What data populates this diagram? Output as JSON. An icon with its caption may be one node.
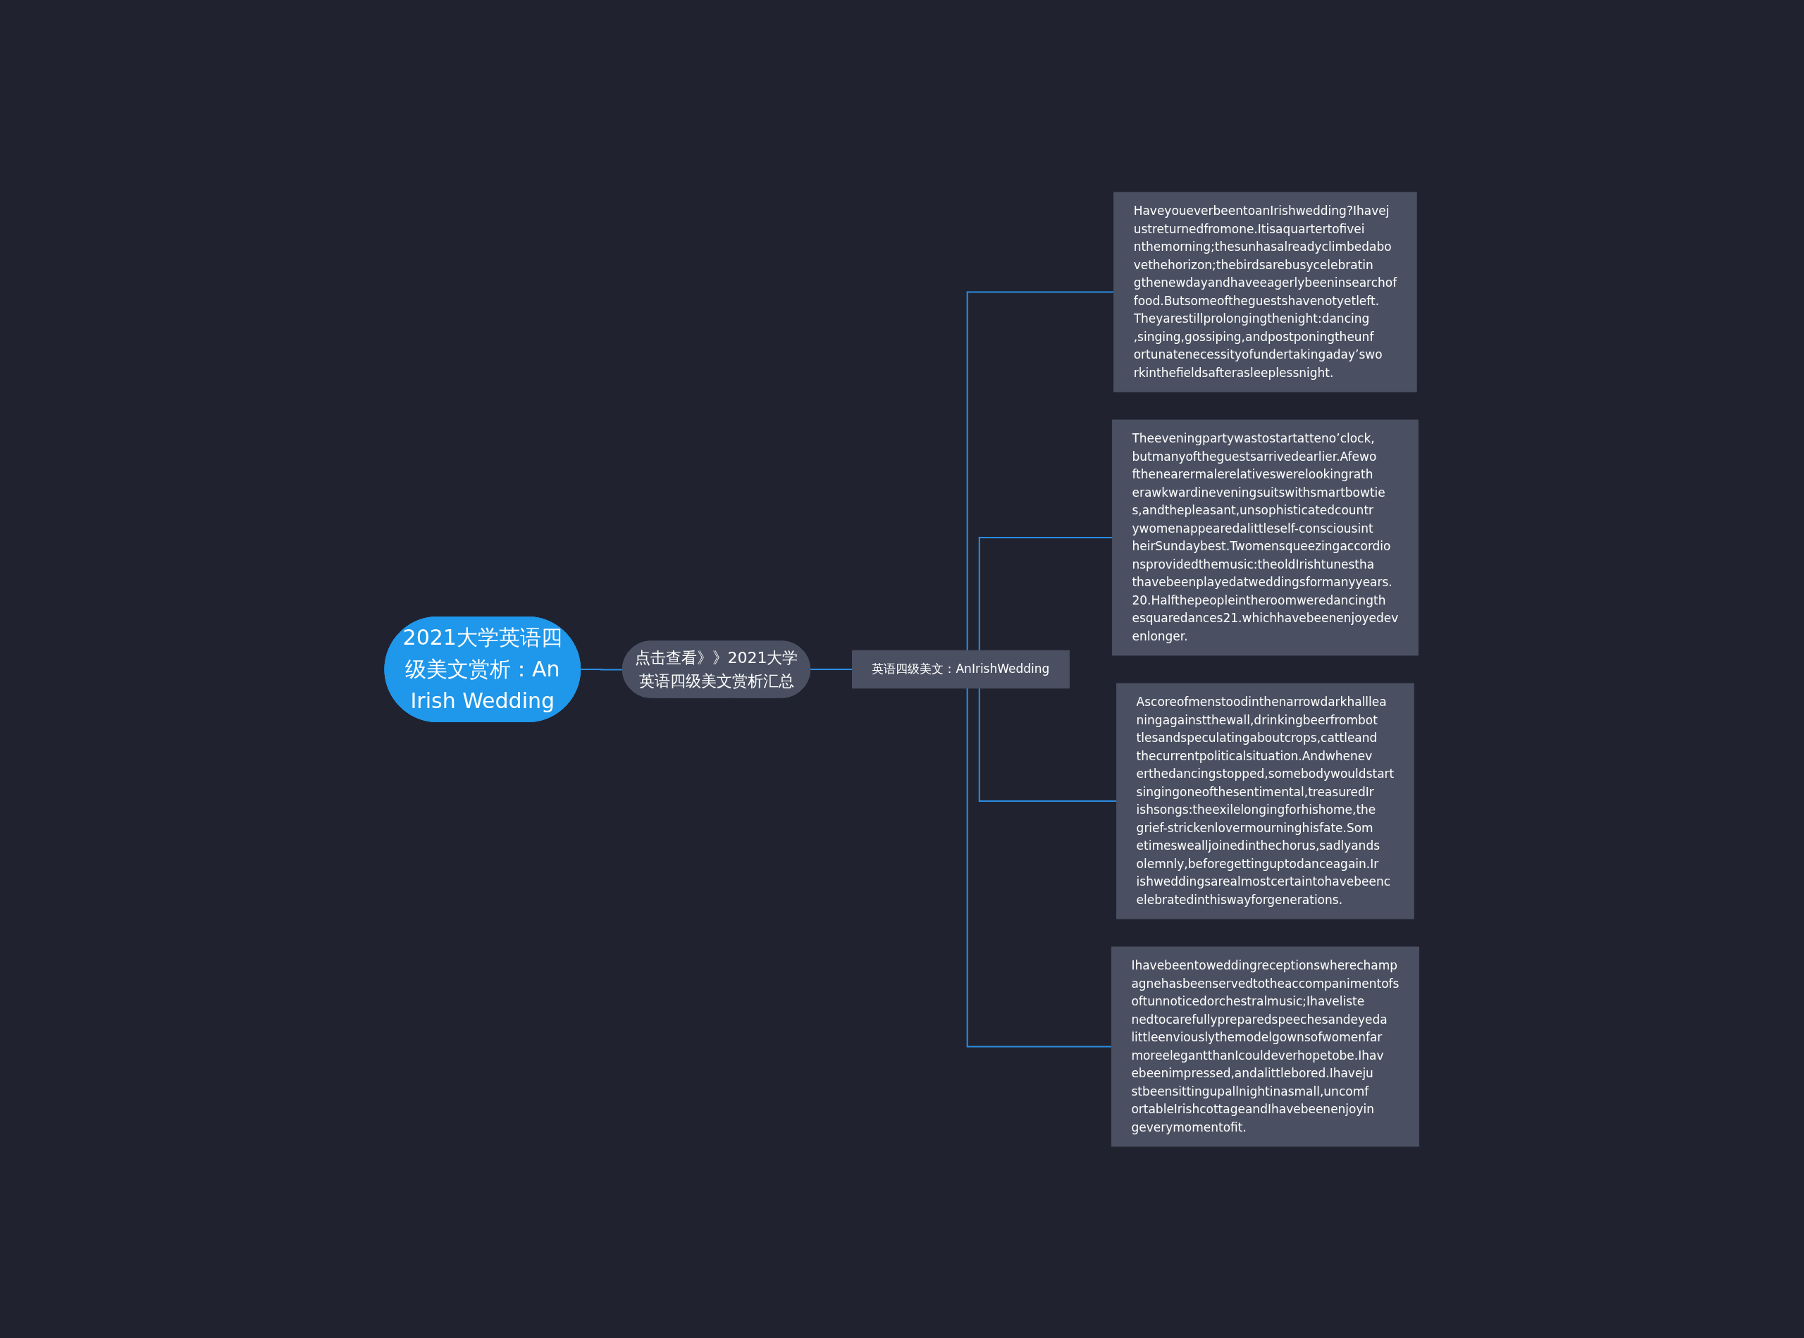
{
  "diagram": {
    "nodes": [
      {
        "text": [
          "2021大学英语四级美文赏析：An Irish Wedding"
        ]
      },
      {
        "text": [
          "点击查看》》2021大学英语四级美文赏析汇总"
        ]
      },
      {
        "text": [
          "英语四级美文：AnIrishWedding"
        ]
      },
      {
        "text": [
          "HaveyoueverbeentoanIrishwedding?Ihavejustreturnedfromone.Itisaquartertofiveinthemorning;thesunhasalreadyclimbedabovethehorizon;thebirdsarebusycelebratingthenewdayandhaveeagerlybeeninsearchoffood.Butsomeoftheguestshavenotyetleft.Theyarestillprolongingthenight:dancing,singing,gossiping,andpostponingtheunfortunatenecessityofundertakingaday’sworkinthefieldsafterasleeplessnight."
        ]
      },
      {
        "text": [
          "Theeveningpartywastostartatteno’clock,butmanyoftheguestsarrivedearlier.Afewofthenearermalerelativeswerelookingratherawkwardineveningsuitswithsmartbowties,andthepleasant,unsophisticatedcountrywomenappearedalittleself-consciousintheirSundaybest.Twomensqueezingaccordionsprovidedthemusic:theoldIrishtunesthathavebeenplayedatweddingsformanyyears.20.Halfthepeopleintheroomweredancingthesquaredances21.whichhavebeenenjoyedevenlonger."
        ]
      },
      {
        "text": [
          "Ascoreofmenstoodinthenarrowdarkhallleaningagainstthewall,drinkingbeerfrombottlesandspeculatingaboutcrops,cattleandthecurrentpoliticalsituation.Andwheneverthedancingstopped,somebodywouldstartsingingoneofthesentimental,treasuredIrishsongs:theexilelongingforhishome,thegrief-strickenlovermourninghisfate.Sometimeswealljoinedinthechorus,sadlyandsolemnly,beforegettinguptodanceagain.Irishweddingsarealmostcertaintohavebeencelebratedinthiswayforgenerations."
        ]
      },
      {
        "text": [
          "Ihavebeentoweddingreceptionswherechampagnehasbeenservedtotheaccompanimentofsoftunnoticedorchestralmusic;IhavelistenedtocarefullypreparedspeechesandeyedalittleenviouslythemodelgownsofwomenfarmoreelegantthanIcouldeverhopetobe.Ihavebeenimpressed,andalittlebored.Ihavejustbeensittingupallnightinasmall,uncomfortableIrishcottageandIhavebeenenjoyingeverymomentofit."
        ]
      }
    ],
    "edges": [
      {
        "from": 0,
        "to": 1,
        "arrow": "none"
      },
      {
        "from": 1,
        "to": 2,
        "arrow": "none"
      },
      {
        "from": 2,
        "to": 3,
        "arrow": "none"
      },
      {
        "from": 2,
        "to": 4,
        "arrow": "none"
      },
      {
        "from": 2,
        "to": 5,
        "arrow": "none"
      },
      {
        "from": 2,
        "to": 6,
        "arrow": "none"
      }
    ]
  }
}
